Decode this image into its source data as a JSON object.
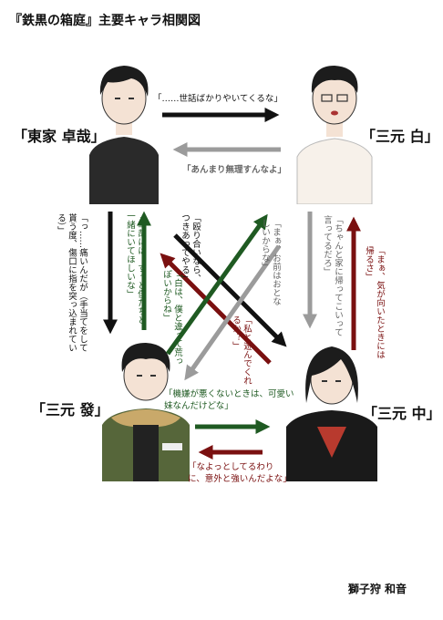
{
  "title": "『鉄黒の箱庭』主要キャラ相関図",
  "characters": {
    "tosaku": "「東家 卓哉」",
    "haku": "「三元 白」",
    "hatsu": "「三元 發」",
    "chun": "「三元 中」"
  },
  "labels": {
    "t_to_h": "「……世話ばかりやいてくるな」",
    "h_to_t": "「あんまり無理すんなよ」",
    "t_to_hatsu": "「っ……痛いんだが（手当てをして貰う度、傷口に指を突っ込まれている）」",
    "hatsu_to_t": "「卓哉には、ずっと僕たちと一緒にいてほしいな」",
    "t_to_chun": "「殴り合いなら、つきあってやる」",
    "chun_to_t": "「私と遊んでくれるか？」",
    "h_to_chun": "「まぁ、お前はおとなしいからな」",
    "h_to_hatsu": "「ちゃんと家に帰ってこいって言ってるだろ」",
    "chun_to_h": "「まぁ、気が向いたときには帰るさ」",
    "hatsu_to_h": "「白は、僕と違って荒っぽいからね」",
    "hatsu_to_chun": "「機嫌が悪くないときは、可愛い妹なんだけどな」",
    "chun_to_hatsu": "「なよっとしてるわりに、意外と強いんだよな」"
  },
  "signature": "獅子狩 和音",
  "colors": {
    "black": "#111111",
    "gray": "#9b9b9b",
    "green": "#1f5a22",
    "red": "#7a1010"
  }
}
